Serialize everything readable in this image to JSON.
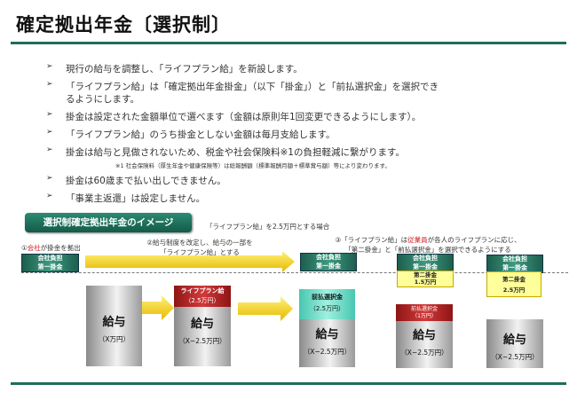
{
  "title": "確定拠出年金〔選択制〕",
  "bullets": [
    "現行の給与を調整し、「ライフプラン給」を新設します。",
    "「ライフプラン給」は「確定拠出年金掛金」（以下「掛金」）と「前払選択金」を選択でき",
    "るようにします。",
    "掛金は設定された金額単位で選べます（金額は原則年1回変更できるようにします）。",
    "「ライフプラン給」のうち掛金としない金額は毎月支給します。",
    "掛金は給与と見做されないため、税金や社会保険料※1の負担軽減に繋がります。",
    "掛金は60歳まで払い出しできません。",
    "「事業主返還」は設定しません。"
  ],
  "note": "※1 社会保険料（厚生年金や健康保険等）は総報酬額（標準報酬月額＋標準賞与額）等により変わります。",
  "diagram": {
    "header": "選択制確定拠出年金のイメージ",
    "caption": "「ライフプラン給」を2.5万円とする場合",
    "step1_pre": "①",
    "step1_red": "会社",
    "step1_post": "が掛金を拠出",
    "step2_l1": "②給与制度を改定し、給与の一部を",
    "step2_l2": "「ライフプラン給」とする",
    "step3_pre": "③「ライフプラン給」は",
    "step3_red": "従業員",
    "step3_post": "が各人のライフプランに応じ、",
    "step3_l2": "「第二掛金」と「前払選択金」を選択できるようにする",
    "company_l1": "会社負担",
    "company_l2": "第一掛金",
    "salary": "給与",
    "salary_x": "（X万円）",
    "salary_x25": "（X−2.5万円）",
    "lifeplan": "ライフプラン給",
    "amt25": "（2.5万円）",
    "prepay": "前払選択金",
    "prepay_small": "前払選択金",
    "amt1": "（1万円）",
    "second": "第二掛金",
    "amt15": "1.5万円",
    "amt25b": "2.5万円"
  }
}
